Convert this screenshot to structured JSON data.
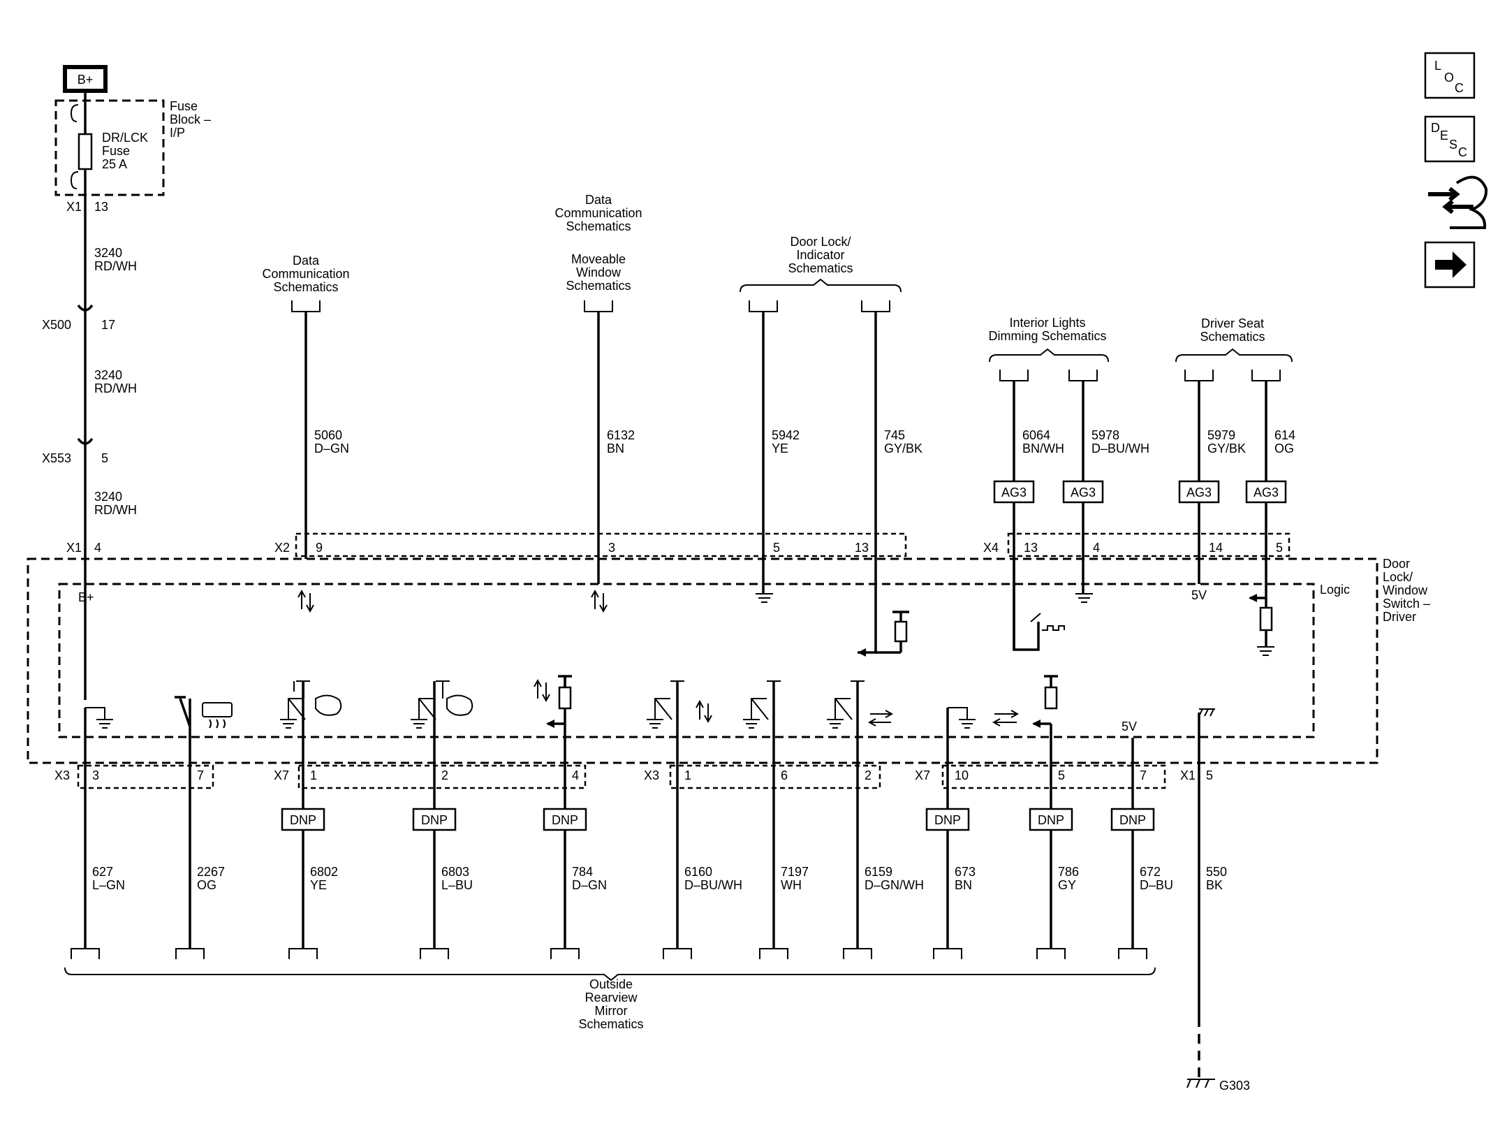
{
  "power": {
    "label": "B+"
  },
  "fuse_block": {
    "line1": "Fuse",
    "line2": "Block –",
    "line3": "I/P",
    "fuse_line1": "DR/LCK",
    "fuse_line2": "Fuse",
    "fuse_line3": "25 A"
  },
  "battery_feed": {
    "c_x1": "X1",
    "p_x1": "13",
    "w1_num": "3240",
    "w1_col": "RD/WH",
    "c_x500": "X500",
    "p_x500": "17",
    "w2_num": "3240",
    "w2_col": "RD/WH",
    "c_x553": "X553",
    "p_x553": "5",
    "w3_num": "3240",
    "w3_col": "RD/WH",
    "c_x1b": "X1",
    "p_x1b": "4",
    "inner": "B+"
  },
  "top_refs": {
    "data_comm_a": [
      "Data",
      "Communication",
      "Schematics"
    ],
    "data_comm_b": [
      "Data",
      "Communication",
      "Schematics"
    ],
    "moveable_window": [
      "Moveable",
      "Window",
      "Schematics"
    ],
    "door_lock": [
      "Door Lock/",
      "Indicator",
      "Schematics"
    ],
    "interior_lights": [
      "Interior Lights",
      "Dimming Schematics"
    ],
    "driver_seat": [
      "Driver Seat",
      "Schematics"
    ]
  },
  "top_connectors": {
    "x2": "X2",
    "x4": "X4"
  },
  "top_wires": [
    {
      "num": "5060",
      "color": "D–GN",
      "pin": "9"
    },
    {
      "num": "6132",
      "color": "BN",
      "pin": "3"
    },
    {
      "num": "5942",
      "color": "YE",
      "pin": "5"
    },
    {
      "num": "745",
      "color": "GY/BK",
      "pin": "13"
    },
    {
      "num": "6064",
      "color": "BN/WH",
      "pin": "13",
      "tag": "AG3"
    },
    {
      "num": "5978",
      "color": "D–BU/WH",
      "pin": "4",
      "tag": "AG3"
    },
    {
      "num": "5979",
      "color": "GY/BK",
      "pin": "14",
      "tag": "AG3"
    },
    {
      "num": "614",
      "color": "OG",
      "pin": "5",
      "tag": "AG3"
    }
  ],
  "module": {
    "line1": "Door",
    "line2": "Lock/",
    "line3": "Window",
    "line4": "Switch –",
    "line5": "Driver",
    "logic": "Logic",
    "v5_top": "5V",
    "v5_bottom": "5V"
  },
  "bottom_connectors": {
    "x3a": "X3",
    "x7a": "X7",
    "x3b": "X3",
    "x7b": "X7",
    "x1": "X1"
  },
  "bottom_wires": [
    {
      "num": "627",
      "color": "L–GN",
      "pin": "3"
    },
    {
      "num": "2267",
      "color": "OG",
      "pin": "7"
    },
    {
      "num": "6802",
      "color": "YE",
      "pin": "1",
      "tag": "DNP"
    },
    {
      "num": "6803",
      "color": "L–BU",
      "pin": "2",
      "tag": "DNP"
    },
    {
      "num": "784",
      "color": "D–GN",
      "pin": "4",
      "tag": "DNP"
    },
    {
      "num": "6160",
      "color": "D–BU/WH",
      "pin": "1"
    },
    {
      "num": "7197",
      "color": "WH",
      "pin": "6"
    },
    {
      "num": "6159",
      "color": "D–GN/WH",
      "pin": "2"
    },
    {
      "num": "673",
      "color": "BN",
      "pin": "10",
      "tag": "DNP"
    },
    {
      "num": "786",
      "color": "GY",
      "pin": "5",
      "tag": "DNP"
    },
    {
      "num": "672",
      "color": "D–BU",
      "pin": "7",
      "tag": "DNP"
    },
    {
      "num": "550",
      "color": "BK",
      "pin": "5"
    }
  ],
  "outside_mirror": [
    "Outside",
    "Rearview",
    "Mirror",
    "Schematics"
  ],
  "ground": {
    "label": "G303"
  },
  "nav_icons": {
    "loc": {
      "l1": "L",
      "l2": "O",
      "l3": "C",
      "icon": "location-icon"
    },
    "desc": {
      "l1": "D",
      "l2": "E",
      "l3": "S",
      "l4": "C",
      "icon": "description-icon"
    },
    "connector_icon": "connector-end-view-icon",
    "next_icon": "next-page-arrow-icon"
  }
}
